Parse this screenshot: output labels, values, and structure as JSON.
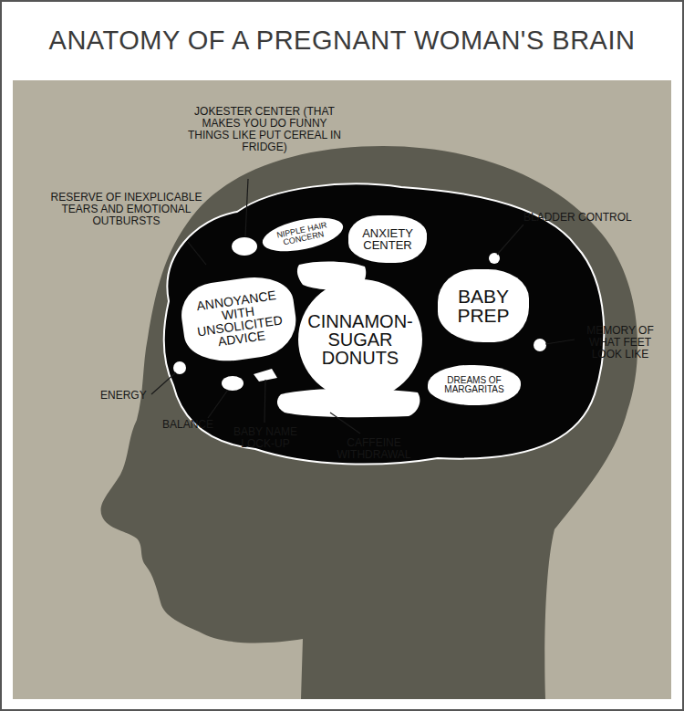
{
  "diagram": {
    "title": "ANATOMY OF A PREGNANT WOMAN'S BRAIN",
    "nodes": [
      {
        "text": [
          "NIPPLE HAIR CONCERN"
        ]
      },
      {
        "text": [
          "ANXIETY CENTER"
        ]
      },
      {
        "text": [
          "ANNOYANCE WITH UNSOLICITED ADVICE"
        ]
      },
      {
        "text": [
          "CINNAMON-SUGAR DONUTS"
        ]
      },
      {
        "text": [
          "BABY PREP"
        ]
      },
      {
        "text": [
          "DREAMS OF MARGARITAS"
        ]
      }
    ],
    "labels": [
      "JOKESTER CENTER (THAT MAKES YOU DO FUNNY THINGS LIKE PUT CEREAL IN FRIDGE)",
      "RESERVE OF INEXPLICABLE TEARS AND EMOTIONAL OUTBURSTS",
      "BLADDER CONTROL",
      "MEMORY OF WHAT FEET LOOK LIKE",
      "ENERGY",
      "BALANCE",
      "BABY NAME LOCK-UP",
      "CAFFEINE WITHDRAWAL"
    ]
  }
}
